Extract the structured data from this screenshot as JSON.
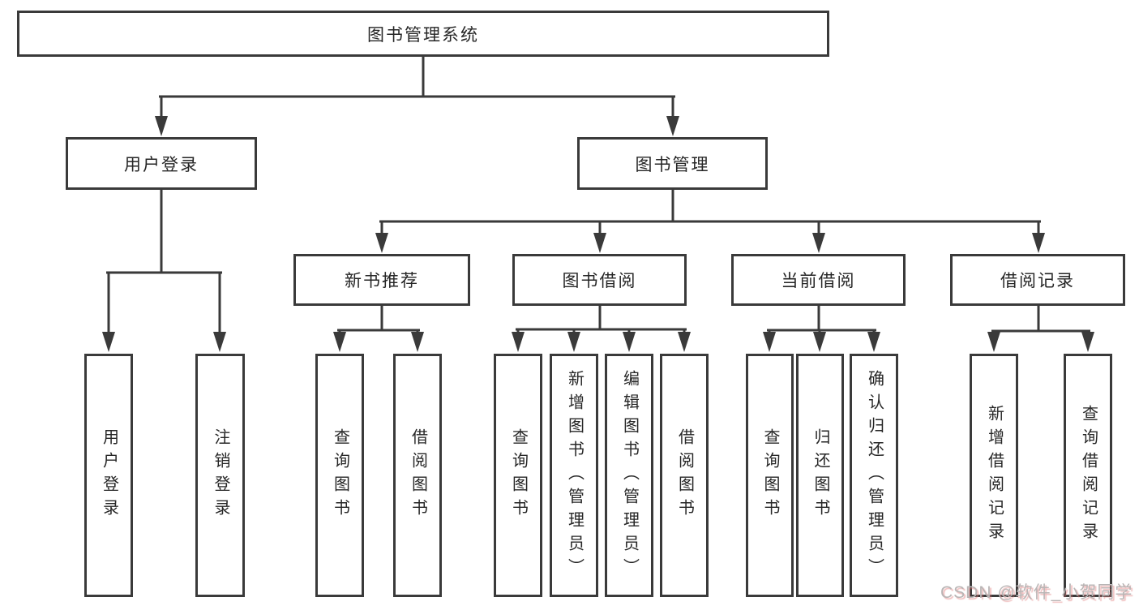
{
  "diagram_title": "图书管理系统",
  "tree": {
    "root": {
      "label": "图书管理系统"
    },
    "branches": [
      {
        "label": "用户登录",
        "children": [
          {
            "label": "用户登录"
          },
          {
            "label": "注销登录"
          }
        ]
      },
      {
        "label": "图书管理",
        "children": [
          {
            "label": "新书推荐",
            "children": [
              {
                "label": "查询图书"
              },
              {
                "label": "借阅图书"
              }
            ]
          },
          {
            "label": "图书借阅",
            "children": [
              {
                "label": "查询图书"
              },
              {
                "label": "新增图书（管理员）"
              },
              {
                "label": "编辑图书（管理员）"
              },
              {
                "label": "借阅图书"
              }
            ]
          },
          {
            "label": "当前借阅",
            "children": [
              {
                "label": "查询图书"
              },
              {
                "label": "归还图书"
              },
              {
                "label": "确认归还（管理员）"
              }
            ]
          },
          {
            "label": "借阅记录",
            "children": [
              {
                "label": "新增借阅记录"
              },
              {
                "label": "查询借阅记录"
              }
            ]
          }
        ]
      }
    ]
  },
  "watermark": {
    "text": "CSDN @软件_小贺同学"
  },
  "colors": {
    "line": "#3a3a3a",
    "text": "#262626",
    "box_fill": "#ffffff",
    "background": "#ffffff",
    "watermark": "#b9b5b5"
  }
}
